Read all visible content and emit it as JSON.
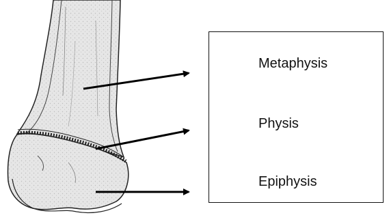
{
  "diagram": {
    "labels": {
      "metaphysis": "Metaphysis",
      "physis": "Physis",
      "epiphysis": "Epiphysis"
    }
  }
}
